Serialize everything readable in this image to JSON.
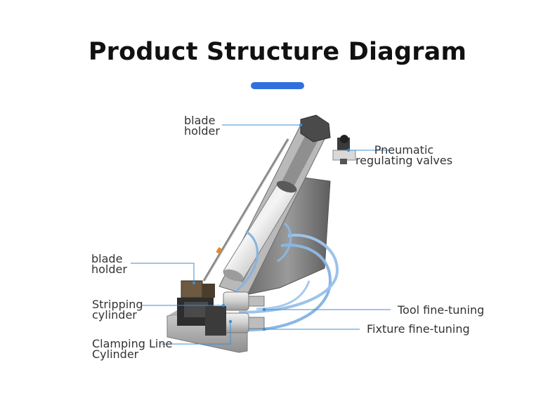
{
  "title": "Product Structure Diagram",
  "colors": {
    "accent": "#2f6fe0",
    "leader": "#3b8fd6",
    "label_text": "#333333",
    "title_text": "#111111"
  },
  "labels": {
    "blade_holder_top": "blade\nholder",
    "pneumatic_valves": "Pneumatic\nregulating valves",
    "blade_holder_left": "blade\nholder",
    "stripping_cylinder": "Stripping\ncylinder",
    "clamping_cylinder": "Clamping Line\nCylinder",
    "tool_fine_tuning": "Tool fine-tuning",
    "fixture_fine_tuning": "Fixture fine-tuning"
  }
}
